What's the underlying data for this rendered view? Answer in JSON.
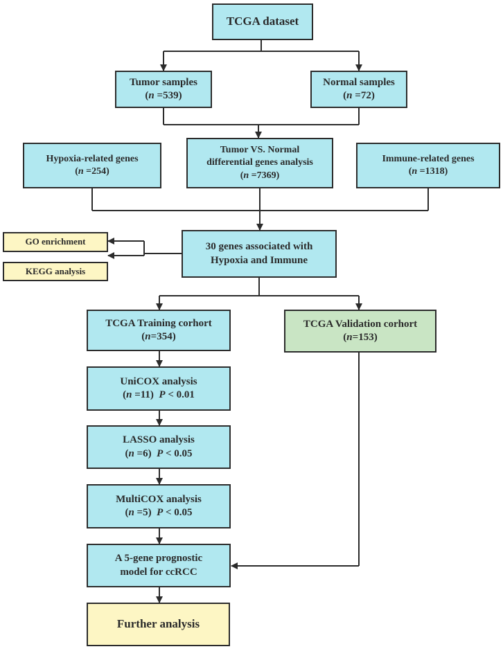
{
  "colors": {
    "box": "#b1e8f0",
    "validation_box": "#c9e5c4",
    "side_box": "#fdf6c4",
    "stroke": "#2b2b2b"
  },
  "nodes": {
    "tcga": {
      "line1": "TCGA dataset"
    },
    "tumor": {
      "line1": "Tumor samples",
      "n_label": "n",
      "n_rest": " =539)",
      "open": "("
    },
    "normal": {
      "line1": "Normal samples",
      "n_label": "n",
      "n_rest": " =72)",
      "open": "("
    },
    "hypoxia": {
      "line1": "Hypoxia-related genes",
      "n_label": "n",
      "n_rest": " =254)",
      "open": "("
    },
    "diff": {
      "line1": "Tumor VS. Normal",
      "line2": "differential genes analysis",
      "n_label": "n",
      "n_rest": " =7369)",
      "open": "("
    },
    "immune": {
      "line1": "Immune-related genes",
      "n_label": "n",
      "n_rest": " =1318)",
      "open": "("
    },
    "hub": {
      "line1": "30 genes associated with",
      "line2": "Hypoxia and Immune"
    },
    "go": {
      "line1": "GO enrichment"
    },
    "kegg": {
      "line1": "KEGG analysis"
    },
    "training": {
      "line1": "TCGA Training corhort",
      "n_label": "n",
      "n_rest": "=354)",
      "open": "("
    },
    "validation": {
      "line1": "TCGA Validation corhort",
      "n_label": "n",
      "n_rest": "=153)",
      "open": "("
    },
    "unicox": {
      "line1": "UniCOX analysis",
      "open": "(",
      "n_label": "n",
      "n_rest": " =11)",
      "p_label": "P",
      "p_rest": " < 0.01"
    },
    "lasso": {
      "line1": "LASSO analysis",
      "open": "(",
      "n_label": "n",
      "n_rest": " =6)",
      "p_label": "P",
      "p_rest": " < 0.05"
    },
    "multicox": {
      "line1": "MultiCOX analysis",
      "open": "(",
      "n_label": "n",
      "n_rest": " =5)",
      "p_label": "P",
      "p_rest": " < 0.05"
    },
    "model": {
      "line1": "A 5-gene prognostic",
      "line2": "model for ccRCC"
    },
    "further": {
      "line1": "Further analysis"
    }
  }
}
